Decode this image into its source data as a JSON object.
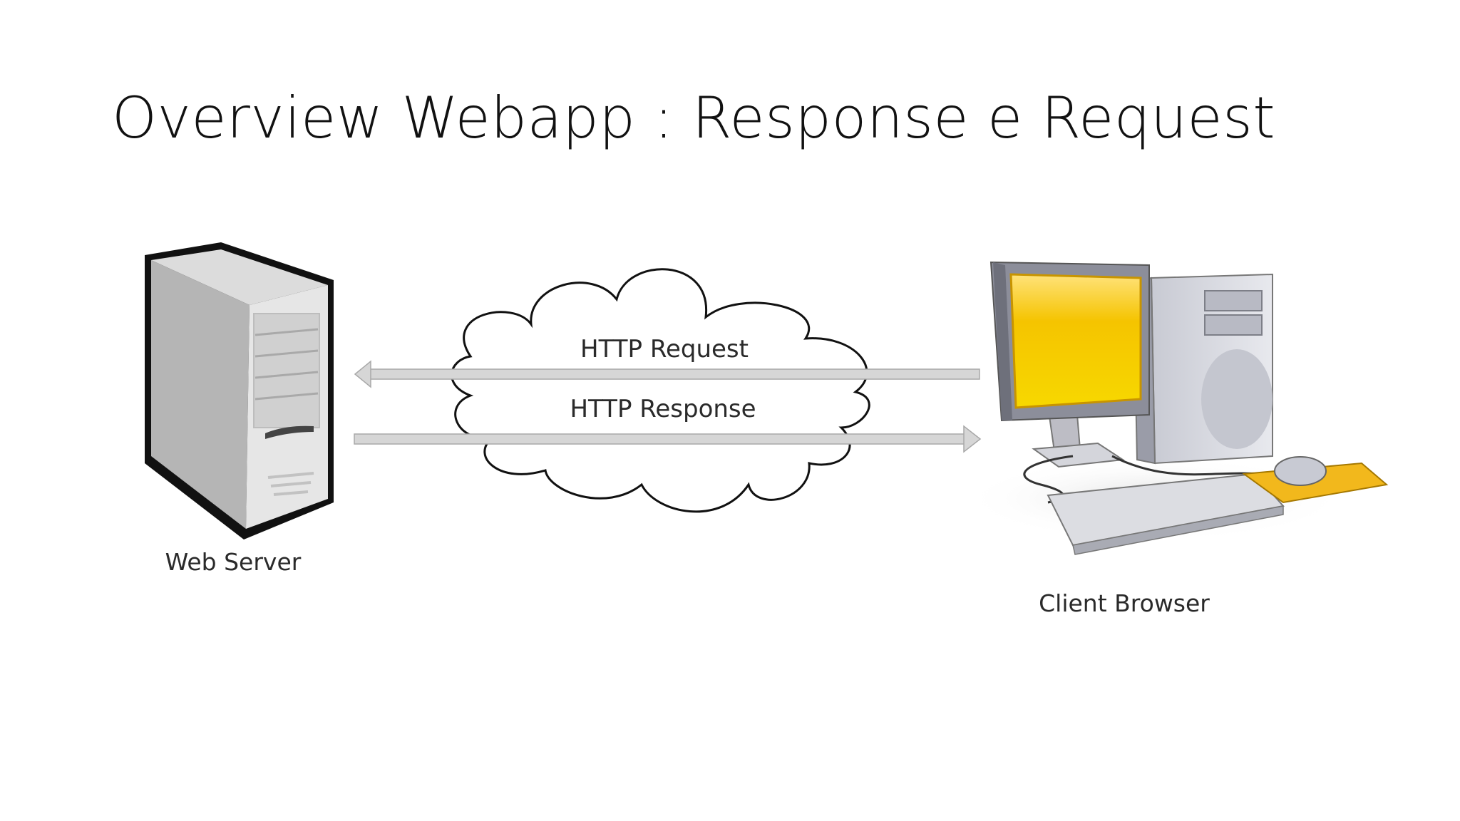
{
  "title": "Overview Webapp : Response e Request",
  "diagram": {
    "nodes": {
      "server": {
        "label": "Web Server",
        "icon": "server-tower-icon"
      },
      "client": {
        "label": "Client Browser",
        "icon": "desktop-computer-icon"
      },
      "network": {
        "icon": "cloud-icon"
      }
    },
    "edges": {
      "request": {
        "label": "HTTP Request",
        "from": "client",
        "to": "server"
      },
      "response": {
        "label": "HTTP Response",
        "from": "server",
        "to": "client"
      }
    }
  },
  "colors": {
    "screen": "#f5c400",
    "mousepad": "#f2b81c",
    "arrow": "#d6d6d6",
    "outline": "#111111"
  }
}
